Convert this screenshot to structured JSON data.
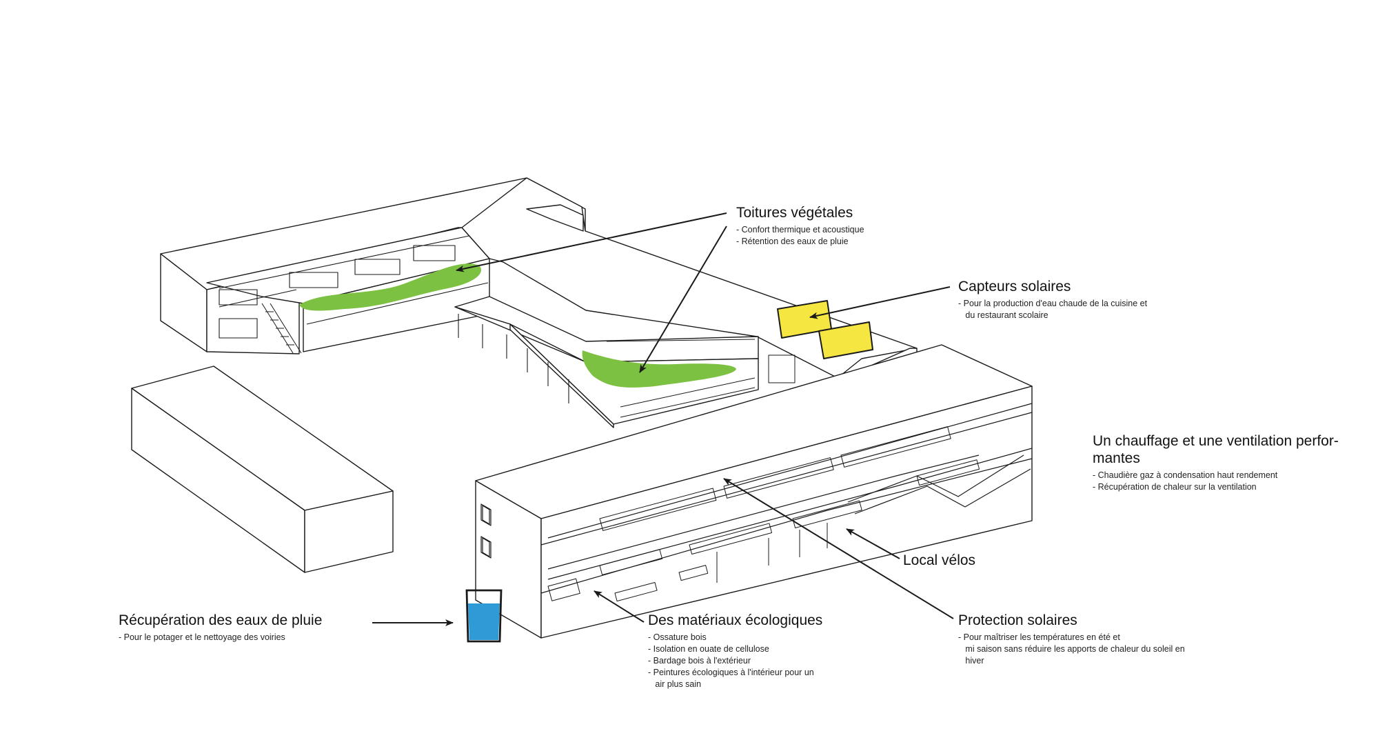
{
  "colors": {
    "line": "#1a1a1a",
    "green_roof": "#7cc142",
    "solar_panel": "#f5e642",
    "water": "#2e9bd6"
  },
  "labels": {
    "toitures": {
      "title": "Toitures végétales",
      "items": [
        "- Confort thermique et acoustique",
        "- Rétention des eaux de pluie"
      ]
    },
    "capteurs": {
      "title": "Capteurs solaires",
      "items": [
        "- Pour la production d'eau chaude de la cuisine et",
        "   du restaurant scolaire"
      ]
    },
    "chauffage": {
      "title": "Un chauffage et une ventilation perfor-\nmantes",
      "items": [
        "- Chaudière gaz à condensation haut rendement",
        "- Récupération de chaleur sur la ventilation"
      ]
    },
    "velos": {
      "title": "Local vélos"
    },
    "recuperation": {
      "title": "Récupération des eaux de pluie",
      "items": [
        "- Pour le potager et le nettoyage des voiries"
      ]
    },
    "materiaux": {
      "title": "Des matériaux écologiques",
      "items": [
        "- Ossature bois",
        "- Isolation en ouate de cellulose",
        "- Bardage bois à l'extérieur",
        "- Peintures écologiques à l'intérieur pour un",
        "   air plus sain"
      ]
    },
    "protection": {
      "title": "Protection solaires",
      "items": [
        "- Pour maîtriser les températures en été et",
        "   mi saison sans réduire les apports de chaleur du soleil en",
        "   hiver"
      ]
    }
  },
  "icons": {
    "water_glass": "water-glass-icon",
    "solar_panel": "solar-panel-icon"
  }
}
